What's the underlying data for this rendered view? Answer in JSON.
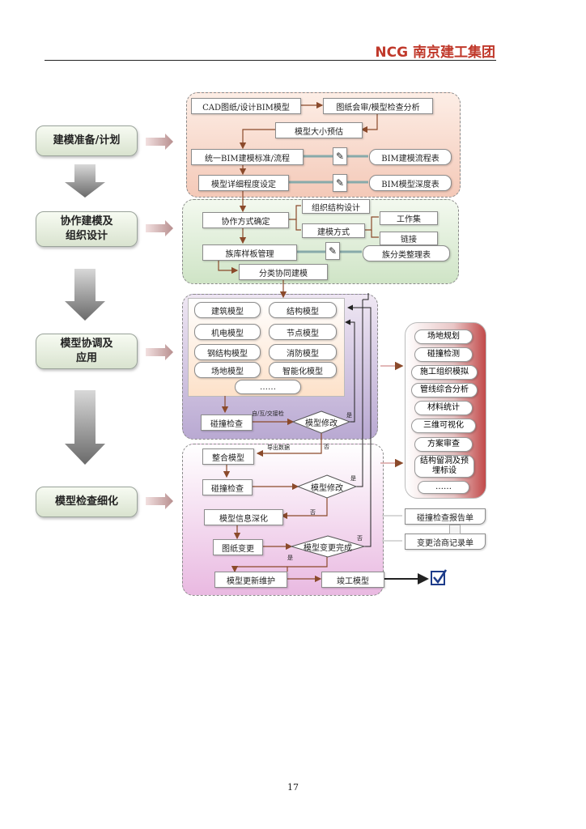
{
  "header": {
    "brand": "NCG",
    "company": "南京建工集团"
  },
  "page_number": "17",
  "stages": [
    {
      "label": "建模准备/计划"
    },
    {
      "label": "协作建模及组织设计"
    },
    {
      "label": "模型协调及应用"
    },
    {
      "label": "模型检查细化"
    }
  ],
  "prep": {
    "cad": "CAD图纸/设计BIM模型",
    "review": "图纸会审/模型检查分析",
    "size": "模型大小预估",
    "standard": "统一BIM建模标准/流程",
    "process_table": "BIM建模流程表",
    "detail": "模型详细程度设定",
    "depth_table": "BIM模型深度表"
  },
  "collab": {
    "method": "协作方式确定",
    "org": "组织结构设计",
    "mode": "建模方式",
    "workset": "工作集",
    "link": "链接",
    "family": "族库样板管理",
    "family_table": "族分类整理表",
    "split": "分类协同建模"
  },
  "models": [
    "建筑模型",
    "结构模型",
    "机电模型",
    "节点模型",
    "钢结构模型",
    "消防模型",
    "场地模型",
    "智能化模型",
    "……"
  ],
  "coord": {
    "clash": "碰撞检查",
    "edge_label": "自/互/交接检",
    "modify": "模型修改",
    "yes": "是",
    "no": "否",
    "export": "导出数据"
  },
  "refine": {
    "integrate": "整合模型",
    "clash": "碰撞检查",
    "modify": "模型修改",
    "deepen": "模型信息深化",
    "change": "图纸变更",
    "change_done": "模型变更完成",
    "update": "模型更新维护",
    "asbuilt": "竣工模型",
    "yes": "是",
    "no": "否"
  },
  "applications": [
    "场地规划",
    "碰撞检测",
    "施工组织模拟",
    "管线综合分析",
    "材料统计",
    "三维可视化",
    "方案审查",
    "结构留洞及预埋标设",
    "……"
  ],
  "reports": {
    "clash_report": "碰撞检查报告单",
    "change_record": "变更洽商记录单"
  },
  "colors": {
    "accent_red": "#c0392b",
    "arrow_brown": "#8b4a2b",
    "panel1": "#fbe9e0",
    "panel2": "#e8f3e3",
    "panel3": "#d9d0e6",
    "panel4": "#f3d9ef"
  }
}
